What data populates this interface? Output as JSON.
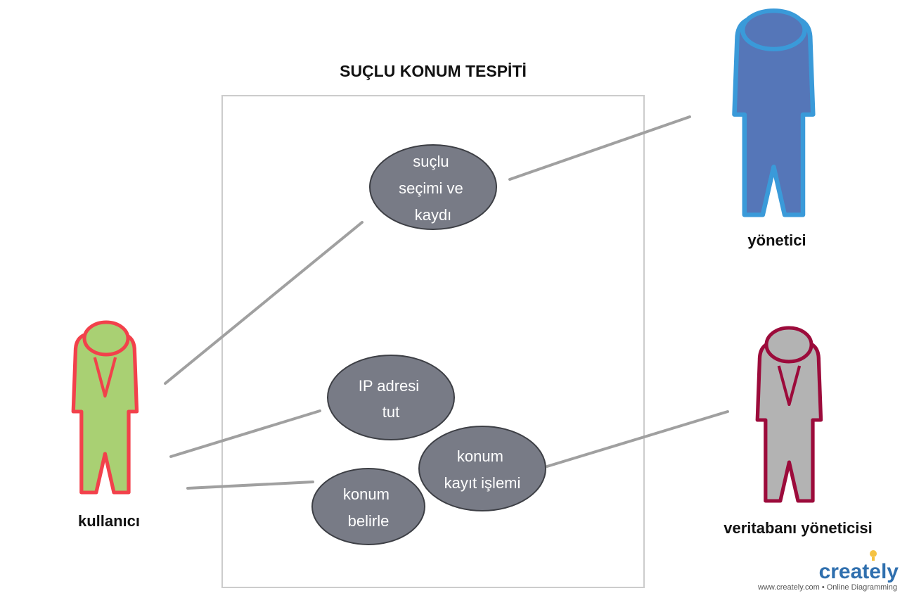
{
  "diagram": {
    "title": "SUÇLU KONUM TESPİTİ",
    "use_cases": [
      {
        "id": "secim",
        "lines": [
          "suçlu",
          "seçimi ve",
          "kaydı"
        ]
      },
      {
        "id": "ip",
        "lines": [
          "IP adresi",
          "tut"
        ]
      },
      {
        "id": "kayit",
        "lines": [
          "konum",
          "kayıt işlemi"
        ]
      },
      {
        "id": "belirle",
        "lines": [
          "konum",
          "belirle"
        ]
      }
    ],
    "actors": [
      {
        "id": "yonetici",
        "label": "yönetici",
        "fill": "#5576b8",
        "stroke": "#3a9ad9"
      },
      {
        "id": "kullanici",
        "label": "kullanıcı",
        "fill": "#a9d073",
        "stroke": "#f2414b"
      },
      {
        "id": "veritabani",
        "label": "veritabanı yöneticisi",
        "fill": "#b3b3b3",
        "stroke": "#9c0b3b"
      }
    ],
    "colors": {
      "use_case_fill": "#787b86",
      "use_case_stroke": "#3d3f45",
      "connector": "#a0a0a0",
      "system_border": "#cccccc"
    }
  },
  "watermark": {
    "brand": "creately",
    "tagline": "www.creately.com • Online Diagramming",
    "icon": "lightbulb-icon"
  }
}
